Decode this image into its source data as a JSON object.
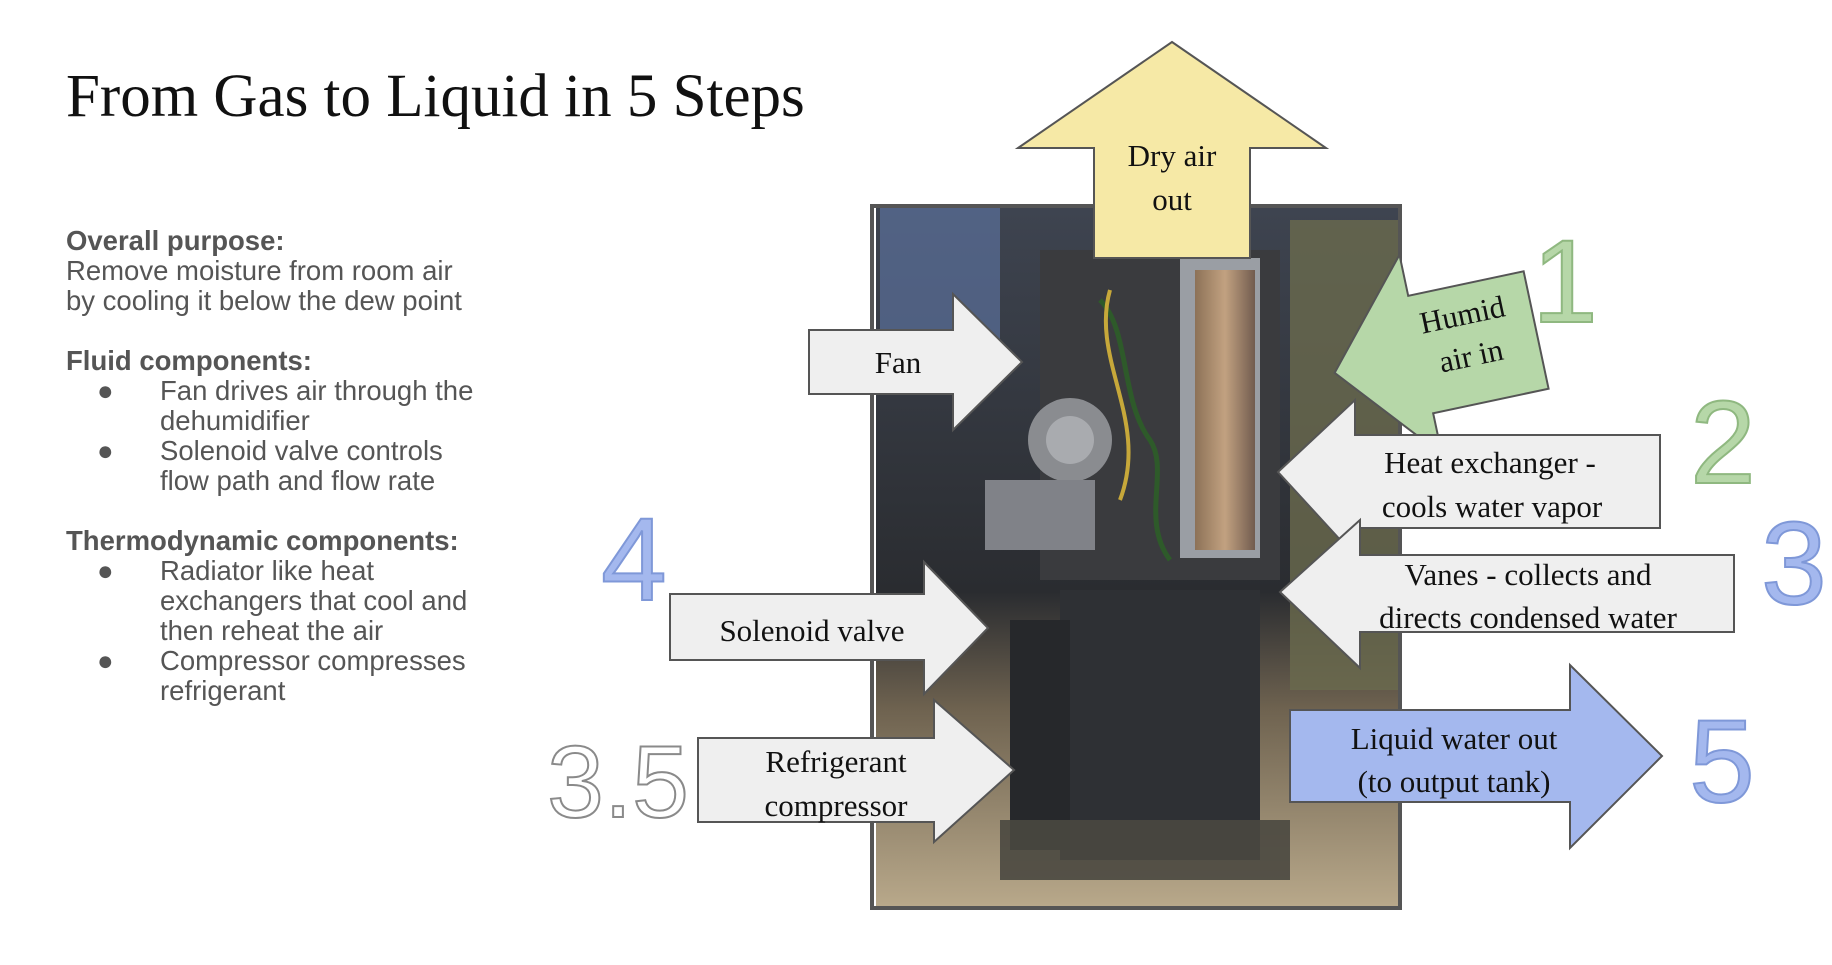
{
  "title": "From Gas to Liquid in 5 Steps",
  "overall": {
    "heading": "Overall purpose:",
    "line1": "Remove moisture from room air",
    "line2": "by cooling it below the dew point"
  },
  "fluid": {
    "heading": "Fluid components:",
    "bullet": "●",
    "items": [
      {
        "line1": "Fan drives air through the",
        "line2": "dehumidifier"
      },
      {
        "line1": "Solenoid valve controls",
        "line2": "flow path and flow rate"
      }
    ]
  },
  "thermo": {
    "heading": "Thermodynamic components:",
    "bullet": "●",
    "items": [
      {
        "line1": "Radiator like heat",
        "line2": "exchangers that cool and",
        "line3": "then reheat the air"
      },
      {
        "line1": "Compressor compresses",
        "line2": "refrigerant"
      }
    ]
  },
  "arrows": {
    "dry_air": {
      "line1": "Dry air",
      "line2": "out"
    },
    "humid_air": {
      "line1": "Humid",
      "line2": "air in"
    },
    "fan": {
      "label": "Fan"
    },
    "heat_exchanger": {
      "line1": "Heat exchanger -",
      "line2": "cools water vapor"
    },
    "vanes": {
      "line1": "Vanes - collects and",
      "line2": "directs condensed water"
    },
    "solenoid": {
      "label": "Solenoid valve"
    },
    "compressor": {
      "line1": "Refrigerant",
      "line2": "compressor"
    },
    "liquid_water": {
      "line1": "Liquid water out",
      "line2": "(to output tank)"
    }
  },
  "step_numbers": {
    "s1": "1",
    "s2": "2",
    "s3": "3",
    "s35": "3.5",
    "s4": "4",
    "s5": "5"
  },
  "colors": {
    "yellow": "#f6e9a6",
    "green": "#b6d7a8",
    "green_num": "#93c47d",
    "blue": "#a4b8ee",
    "blue_num": "#8ea6e0",
    "gray_box": "#efefef",
    "text_gray": "#595959"
  }
}
